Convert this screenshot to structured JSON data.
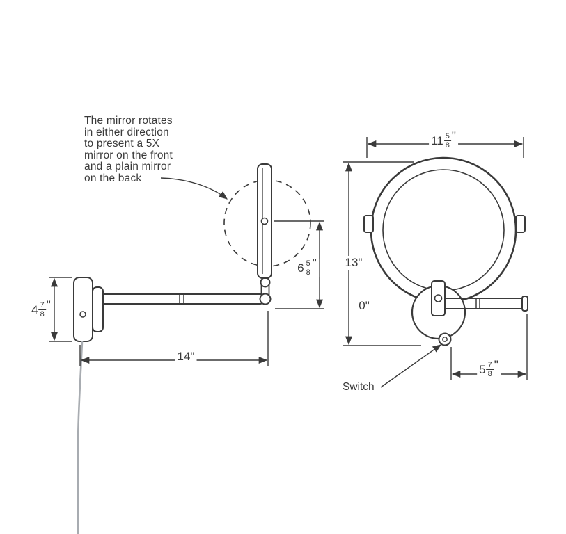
{
  "annotation": {
    "lines": [
      "The mirror rotates",
      "in either direction",
      "to present a 5X",
      "mirror on the front",
      "and a plain mirror",
      "on the back"
    ]
  },
  "dimensions": {
    "plate_height": {
      "whole": "4",
      "num": "7",
      "den": "8",
      "unit": "\""
    },
    "mirror_drop": {
      "whole": "6",
      "num": "5",
      "den": "8",
      "unit": "\""
    },
    "arm_reach": {
      "label": "14\""
    },
    "mirror_width": {
      "whole": "11",
      "num": "5",
      "den": "8",
      "unit": "\""
    },
    "overall_height": {
      "label": "13\""
    },
    "wall_gap": {
      "label": "0\""
    },
    "mount_offset": {
      "whole": "5",
      "num": "7",
      "den": "8",
      "unit": "\""
    }
  },
  "labels": {
    "switch": "Switch"
  },
  "colors": {
    "line": "#3a3a3a",
    "text": "#3a3a3a",
    "cord": "#a8acb1",
    "background": "#ffffff"
  }
}
